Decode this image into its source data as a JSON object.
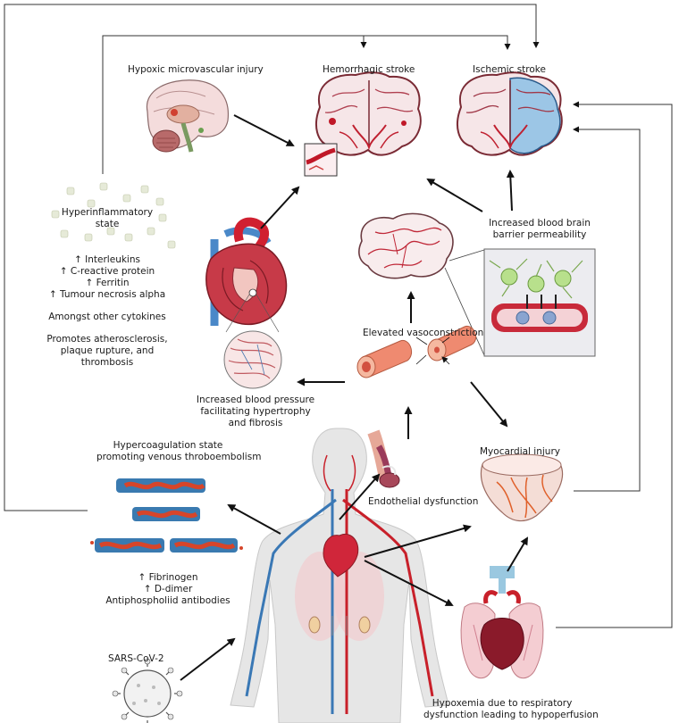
{
  "labels": {
    "hypoxic": "Hypoxic microvascular injury",
    "hemorrhagic": "Hemorrhagic stroke",
    "ischemic": "Ischemic stroke",
    "bbb": [
      "Increased blood brain",
      "barrier permeability"
    ],
    "vasoconstriction": "Elevated vasoconstriction",
    "blood_pressure": [
      "Increased blood pressure",
      "facilitating hypertrophy",
      "and fibrosis"
    ],
    "endothelial": "Endothelial dysfunction",
    "myocardial": "Myocardial injury",
    "hypercoag": [
      "Hypercoagulation state",
      "promoting venous throboembolism"
    ],
    "coag_markers": [
      "↑ Fibrinogen",
      "↑ D-dimer",
      "Antiphospholiid antibodies"
    ],
    "sars": "SARS-CoV-2",
    "hypoxemia": [
      "Hypoxemia due to respiratory",
      "dysfunction leading to hypoperfusion"
    ]
  },
  "inflammation": {
    "title": [
      "Hyperinflammatory",
      "state"
    ],
    "markers": [
      "↑ Interleukins",
      "↑ C-reactive protein",
      "↑ Ferritin",
      "↑ Tumour necrosis alpha"
    ],
    "other": "Amongst other cytokines",
    "effects": [
      "Promotes atherosclerosis,",
      "plaque rupture, and",
      "thrombosis"
    ]
  },
  "colors": {
    "artery": "#c8202a",
    "vein": "#3a78b5",
    "brain_pink": "#f6dede",
    "heart": "#b8283a",
    "vessel_orange": "#ef8a70",
    "arrow": "#111111",
    "line": "#333333"
  }
}
